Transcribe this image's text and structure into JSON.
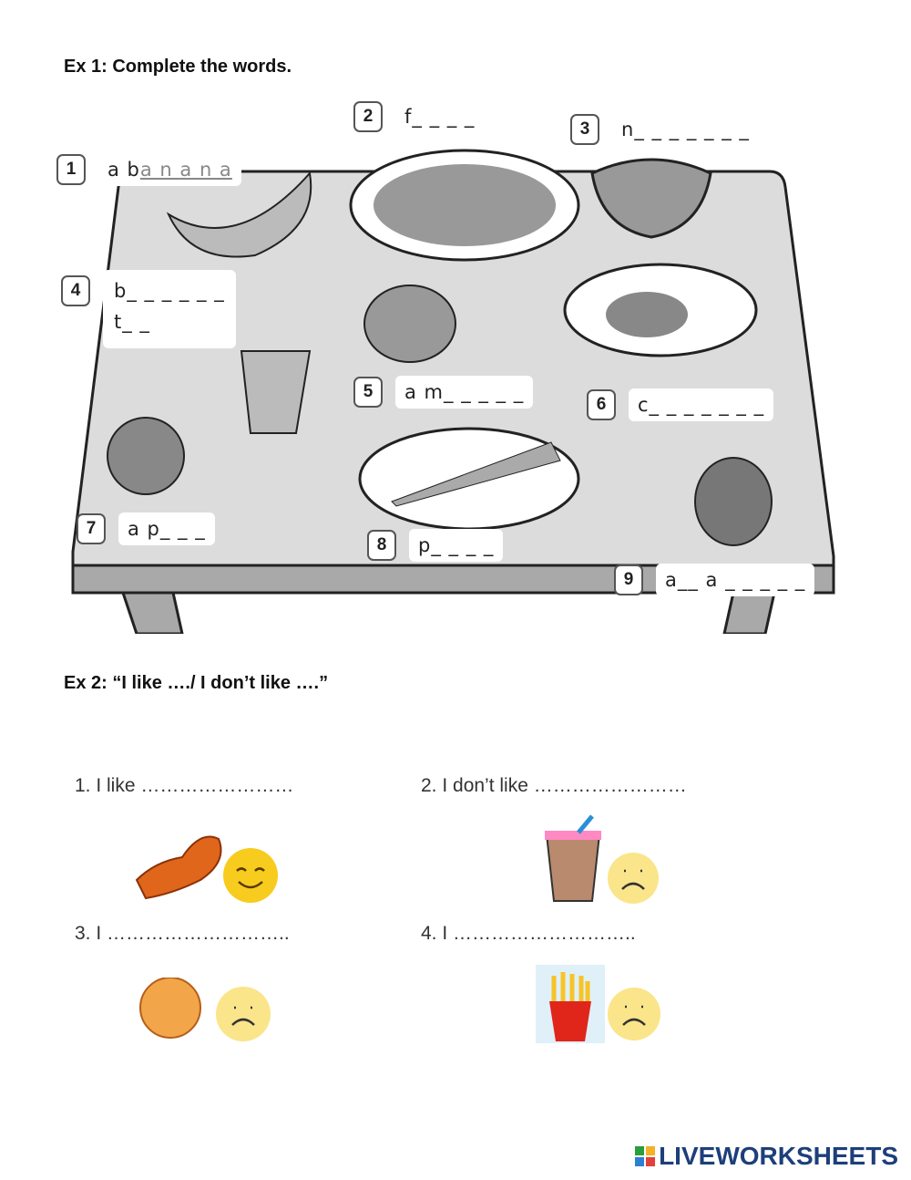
{
  "ex1": {
    "heading": "Ex 1: Complete the words.",
    "items": [
      {
        "num": "1",
        "prefix": "a b",
        "answer": "a n a n a"
      },
      {
        "num": "2",
        "prefix": "f",
        "blanks": "_ _ _ _"
      },
      {
        "num": "3",
        "prefix": "n",
        "blanks": "_ _ _ _ _ _ _"
      },
      {
        "num": "4",
        "prefix": "b",
        "blanks": "_ _ _ _ _ _",
        "prefix2": "t",
        "blanks2": "_ _"
      },
      {
        "num": "5",
        "prefix": "a m",
        "blanks": "_ _ _ _ _"
      },
      {
        "num": "6",
        "prefix": "c",
        "blanks": "_ _ _ _ _ _ _"
      },
      {
        "num": "7",
        "prefix": "a p",
        "blanks": "_ _ _"
      },
      {
        "num": "8",
        "prefix": "p",
        "blanks": "_ _ _ _"
      },
      {
        "num": "9",
        "prefix": "a__ a",
        "blanks": "_ _ _ _ _"
      }
    ]
  },
  "ex2": {
    "heading": "Ex 2: “I like …./ I don’t like ….”",
    "items": [
      {
        "text": "1. I like ……………………",
        "food": "chicken-leg",
        "face": "happy"
      },
      {
        "text": "2. I don’t like ……………………",
        "food": "bubble-tea",
        "face": "sad"
      },
      {
        "text": "3. I ………………………..",
        "food": "pizza",
        "face": "sad"
      },
      {
        "text": "4. I ………………………..",
        "food": "french-fries",
        "face": "sad"
      }
    ]
  },
  "logo": "LIVEWORKSHEETS"
}
